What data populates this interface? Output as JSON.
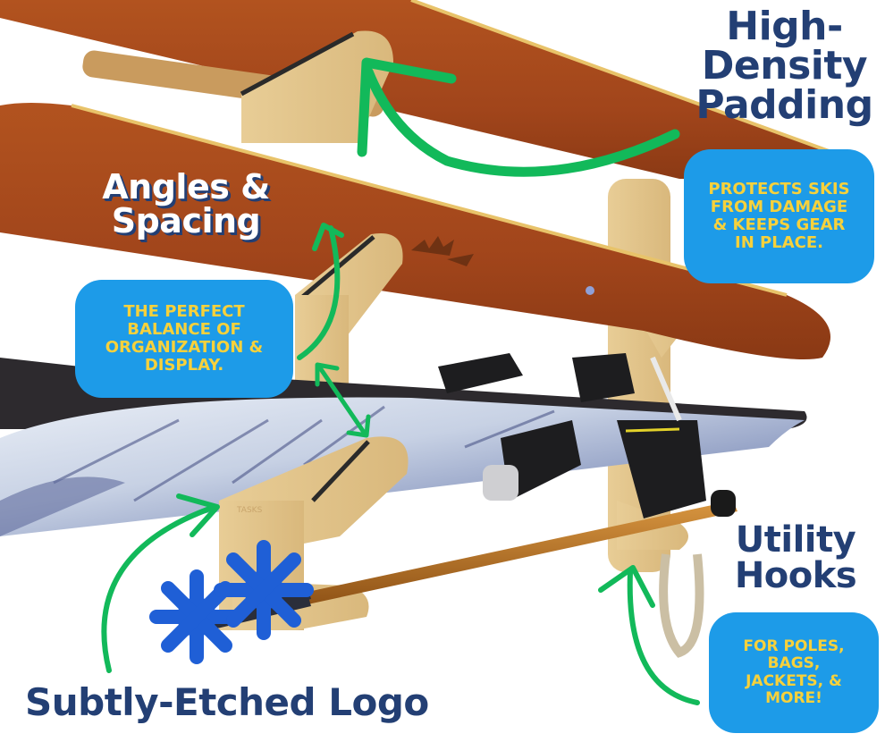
{
  "product": {
    "subject": "Bamboo wall-mounted ski rack holding skis and poles",
    "colors": {
      "headline_navy": "#233f74",
      "callout_blue": "#1d9be8",
      "callout_text_yellow": "#f7d13b",
      "arrow_green": "#12b95a",
      "ski_wood_brown": "#a1451b",
      "bamboo": "#e3c58e",
      "basket_blue": "#1f5fd6",
      "background": "#ffffff"
    }
  },
  "features": [
    {
      "id": "padding",
      "headline": [
        "High-",
        "Density",
        "Padding"
      ],
      "callout": [
        "PROTECTS SKIS",
        "FROM DAMAGE",
        "& KEEPS GEAR",
        "IN PLACE."
      ]
    },
    {
      "id": "angles",
      "headline": [
        "Angles &",
        "Spacing"
      ],
      "callout": [
        "THE PERFECT",
        "BALANCE OF",
        "ORGANIZATION &",
        "DISPLAY."
      ]
    },
    {
      "id": "hooks",
      "headline": [
        "Utility",
        "Hooks"
      ],
      "callout": [
        "FOR POLES,",
        "BAGS,",
        "JACKETS, &",
        "MORE!"
      ]
    },
    {
      "id": "logo",
      "headline": [
        "Subtly-Etched Logo"
      ],
      "etched_text": "TASKS"
    }
  ],
  "icons": {
    "arrows": [
      "curved-arrow-icon",
      "double-headed-arrow-icon"
    ]
  }
}
